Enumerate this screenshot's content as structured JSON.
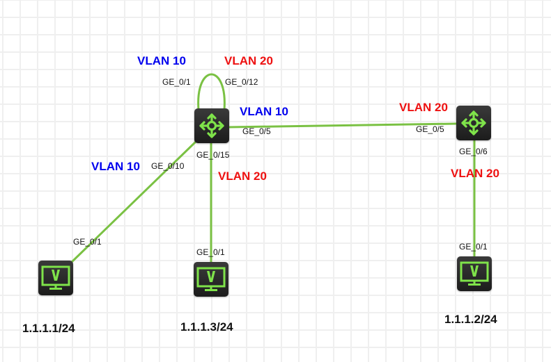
{
  "colors": {
    "link": "#7ac143",
    "icon": "#7fe34a",
    "vlan10": "#0000ee",
    "vlan20": "#ee1111"
  },
  "devices": {
    "switch1": {
      "type": "switch",
      "icon": "switch-arrows-icon"
    },
    "switch2": {
      "type": "switch",
      "icon": "switch-arrows-icon"
    },
    "pc1": {
      "type": "pc",
      "icon": "vpc-monitor-icon",
      "ip": "1.1.1.1/24"
    },
    "pc3": {
      "type": "pc",
      "icon": "vpc-monitor-icon",
      "ip": "1.1.1.3/24"
    },
    "pc2": {
      "type": "pc",
      "icon": "vpc-monitor-icon",
      "ip": "1.1.1.2/24"
    }
  },
  "links": [
    {
      "from": "switch1",
      "from_port": "GE_0/1",
      "to": "switch1",
      "to_port": "GE_0/12",
      "from_vlan": "VLAN 10",
      "to_vlan": "VLAN 20"
    },
    {
      "from": "switch1",
      "from_port": "GE_0/5",
      "to": "switch2",
      "to_port": "GE_0/5",
      "from_vlan": "VLAN 10",
      "to_vlan": "VLAN 20"
    },
    {
      "from": "switch1",
      "from_port": "GE_0/10",
      "to": "pc1",
      "to_port": "GE_0/1",
      "from_vlan": "VLAN 10"
    },
    {
      "from": "switch1",
      "from_port": "GE_0/15",
      "to": "pc3",
      "to_port": "GE_0/1",
      "from_vlan": "VLAN 20"
    },
    {
      "from": "switch2",
      "from_port": "GE_0/6",
      "to": "pc2",
      "to_port": "GE_0/1",
      "from_vlan": "VLAN 20"
    }
  ]
}
